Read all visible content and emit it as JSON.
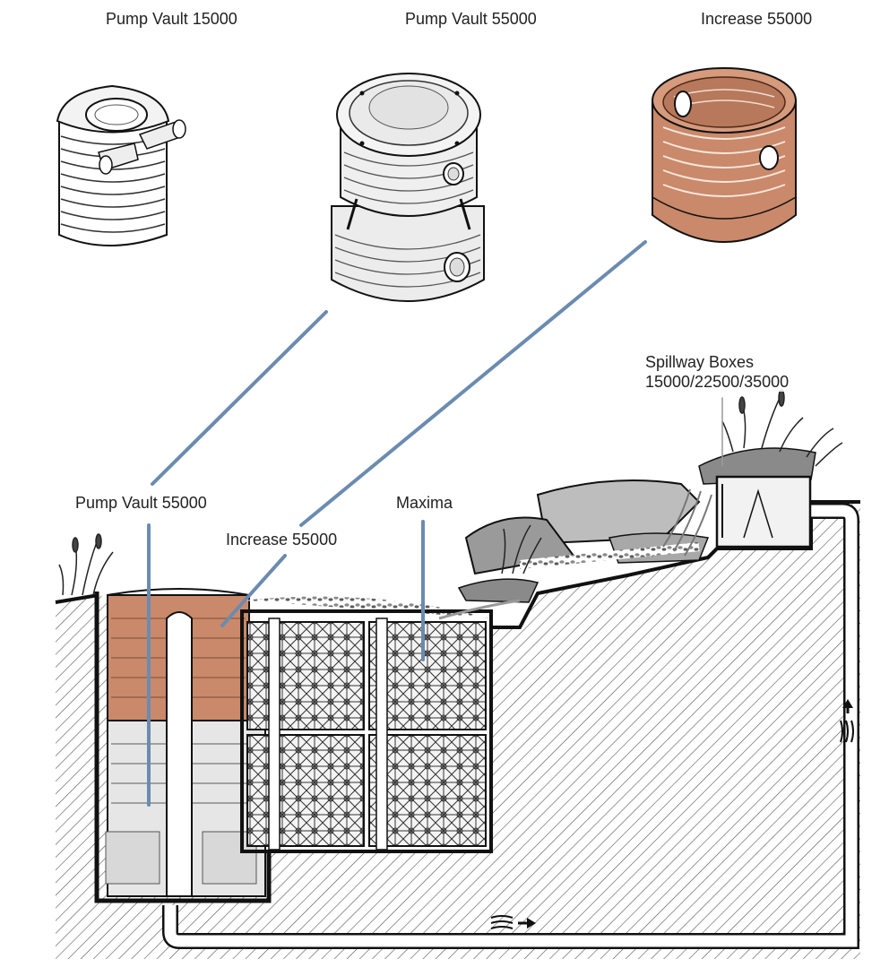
{
  "header": {
    "product_1": "Pump Vault 15000",
    "product_2": "Pump Vault 55000",
    "product_3": "Increase 55000"
  },
  "callouts": {
    "pump_vault": "Pump Vault 55000",
    "increase": "Increase 55000",
    "maxima": "Maxima",
    "spillway_line1": "Spillway Boxes",
    "spillway_line2": "15000/22500/35000"
  },
  "colors": {
    "copper": "#c9896a",
    "leader": "#6b8bb0",
    "outline": "#111111",
    "vault_gray": "#e6e6e6",
    "rock_gray": "#9a9a9a"
  },
  "icons": {
    "flow_up": "flow-up-arrow-icon",
    "flow_right": "flow-right-arrow-icon"
  }
}
